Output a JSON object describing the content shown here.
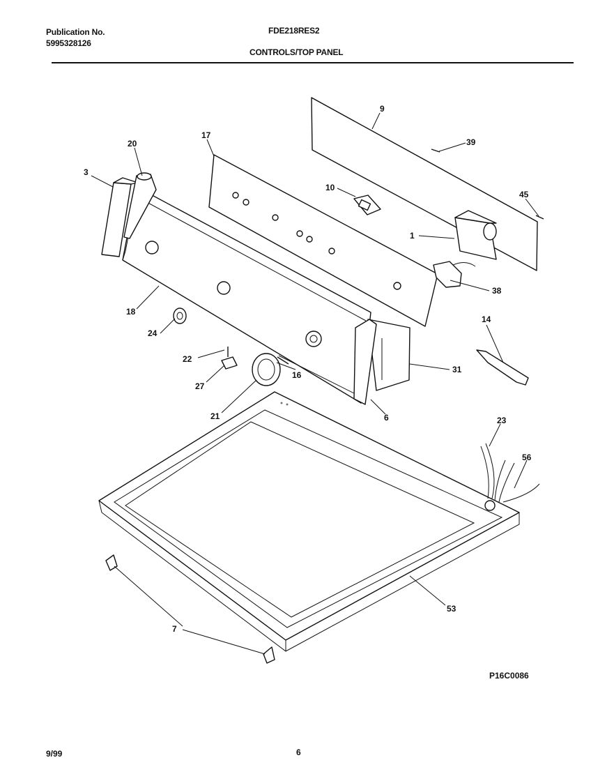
{
  "header": {
    "publication_label": "Publication No.",
    "publication_number": "5995328126",
    "model": "FDE218RES2",
    "section_title": "CONTROLS/TOP PANEL"
  },
  "callouts": [
    "9",
    "39",
    "17",
    "20",
    "3",
    "10",
    "45",
    "1",
    "38",
    "18",
    "24",
    "14",
    "22",
    "16",
    "31",
    "27",
    "21",
    "6",
    "23",
    "56",
    "53",
    "7"
  ],
  "diagram_code": "P16C0086",
  "footer": {
    "date": "9/99",
    "page": "6"
  }
}
